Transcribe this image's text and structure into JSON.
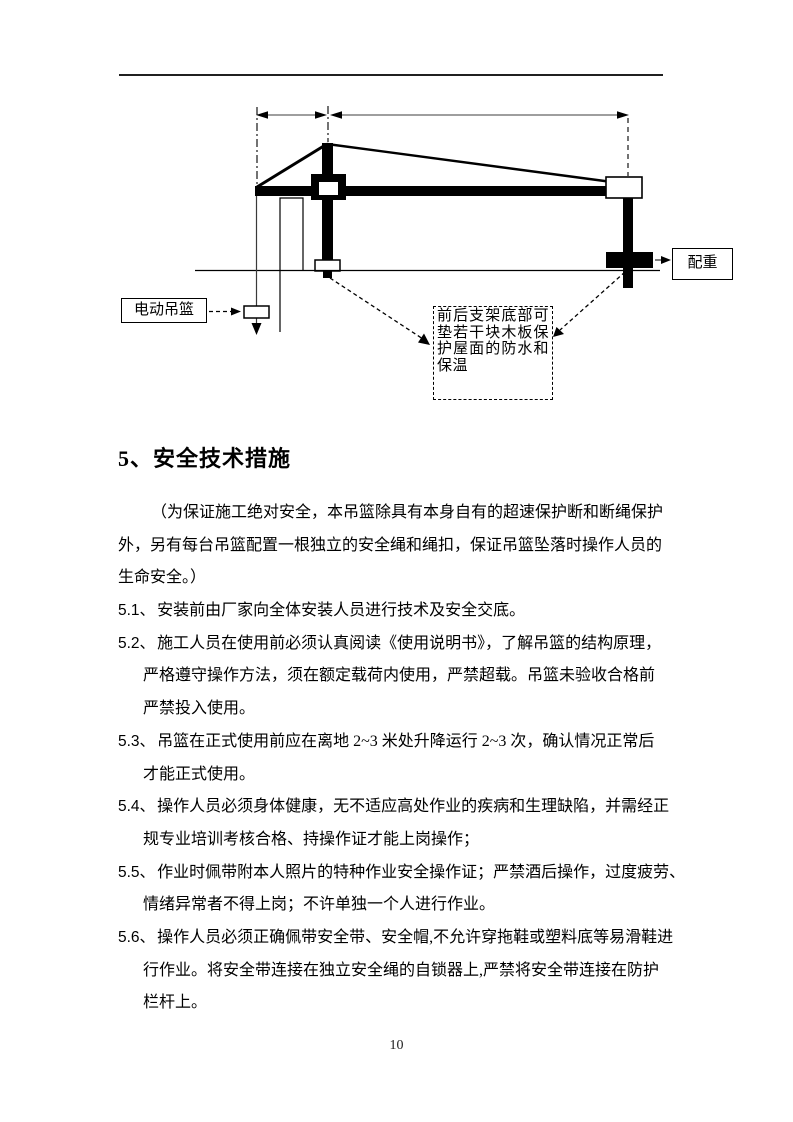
{
  "page": {
    "number": "10"
  },
  "diagram": {
    "cradle_label": "电动吊篮",
    "counterweight_label": "配重",
    "note_text": "前后支架底部可垫若干块木板保护屋面的防水和保温"
  },
  "section": {
    "heading": "5、安全技术措施",
    "intro_lines": [
      "（为保证施工绝对安全，本吊篮除具有本身自有的超速保护断和断绳保护",
      "外，另有每台吊篮配置一根独立的安全绳和绳扣，保证吊篮坠落时操作人员的",
      "生命安全。）"
    ],
    "items": [
      {
        "num": "5.1、",
        "lines": [
          "安装前由厂家向全体安装人员进行技术及安全交底。"
        ]
      },
      {
        "num": "5.2、",
        "lines": [
          "施工人员在使用前必须认真阅读《使用说明书》，了解吊篮的结构原理，",
          "严格遵守操作方法，须在额定载荷内使用，严禁超载。吊篮未验收合格前",
          "严禁投入使用。"
        ]
      },
      {
        "num": "5.3、",
        "lines": [
          "吊篮在正式使用前应在离地 2~3 米处升降运行 2~3 次，确认情况正常后",
          "才能正式使用。"
        ]
      },
      {
        "num": "5.4、",
        "lines": [
          "操作人员必须身体健康，无不适应高处作业的疾病和生理缺陷，并需经正",
          "规专业培训考核合格、持操作证才能上岗操作；"
        ]
      },
      {
        "num": "5.5、",
        "lines": [
          "作业时佩带附本人照片的特种作业安全操作证；严禁酒后操作，过度疲劳、",
          "情绪异常者不得上岗；不许单独一个人进行作业。"
        ]
      },
      {
        "num": "5.6、",
        "lines": [
          "操作人员必须正确佩带安全带、安全帽,不允许穿拖鞋或塑料底等易滑鞋进",
          "行作业。将安全带连接在独立安全绳的自锁器上,严禁将安全带连接在防护",
          "栏杆上。"
        ]
      }
    ]
  },
  "colors": {
    "text": "#000000",
    "dim_line": "#7f7f7f",
    "background": "#ffffff"
  }
}
